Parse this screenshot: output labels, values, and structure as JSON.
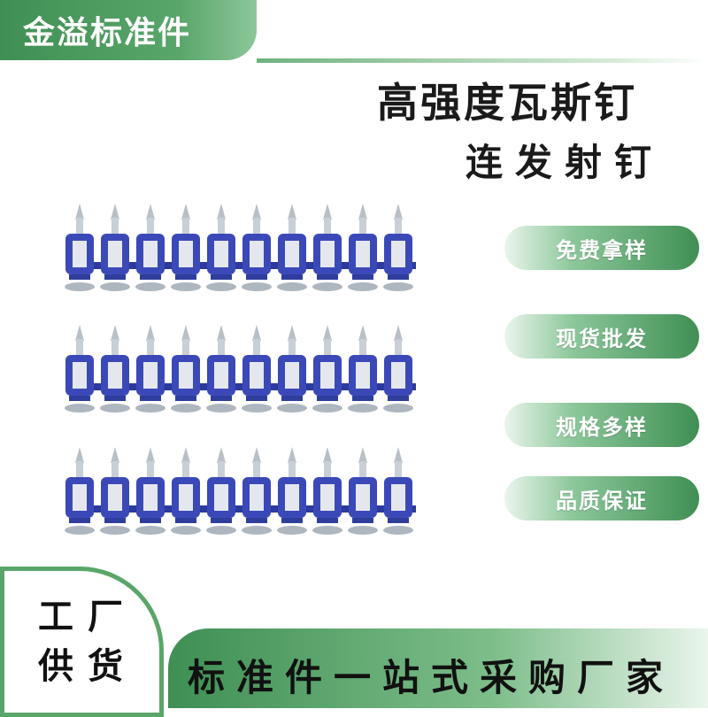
{
  "brand": {
    "name": "金溢标准件"
  },
  "headline": {
    "line1": "高强度瓦斯钉",
    "line2": "连发射钉"
  },
  "features": [
    "免费拿样",
    "现货批发",
    "规格多样",
    "品质保证"
  ],
  "badge": {
    "line1": "工厂",
    "line2": "供货"
  },
  "footer": {
    "slogan": "标准件一站式采购厂家"
  },
  "product": {
    "strip_count": 3,
    "nails_per_strip": 10
  },
  "colors": {
    "brand_green": "#3f8f54",
    "nail_collar_blue": "#3b49b8",
    "nail_steel": "#c9cfd6"
  }
}
